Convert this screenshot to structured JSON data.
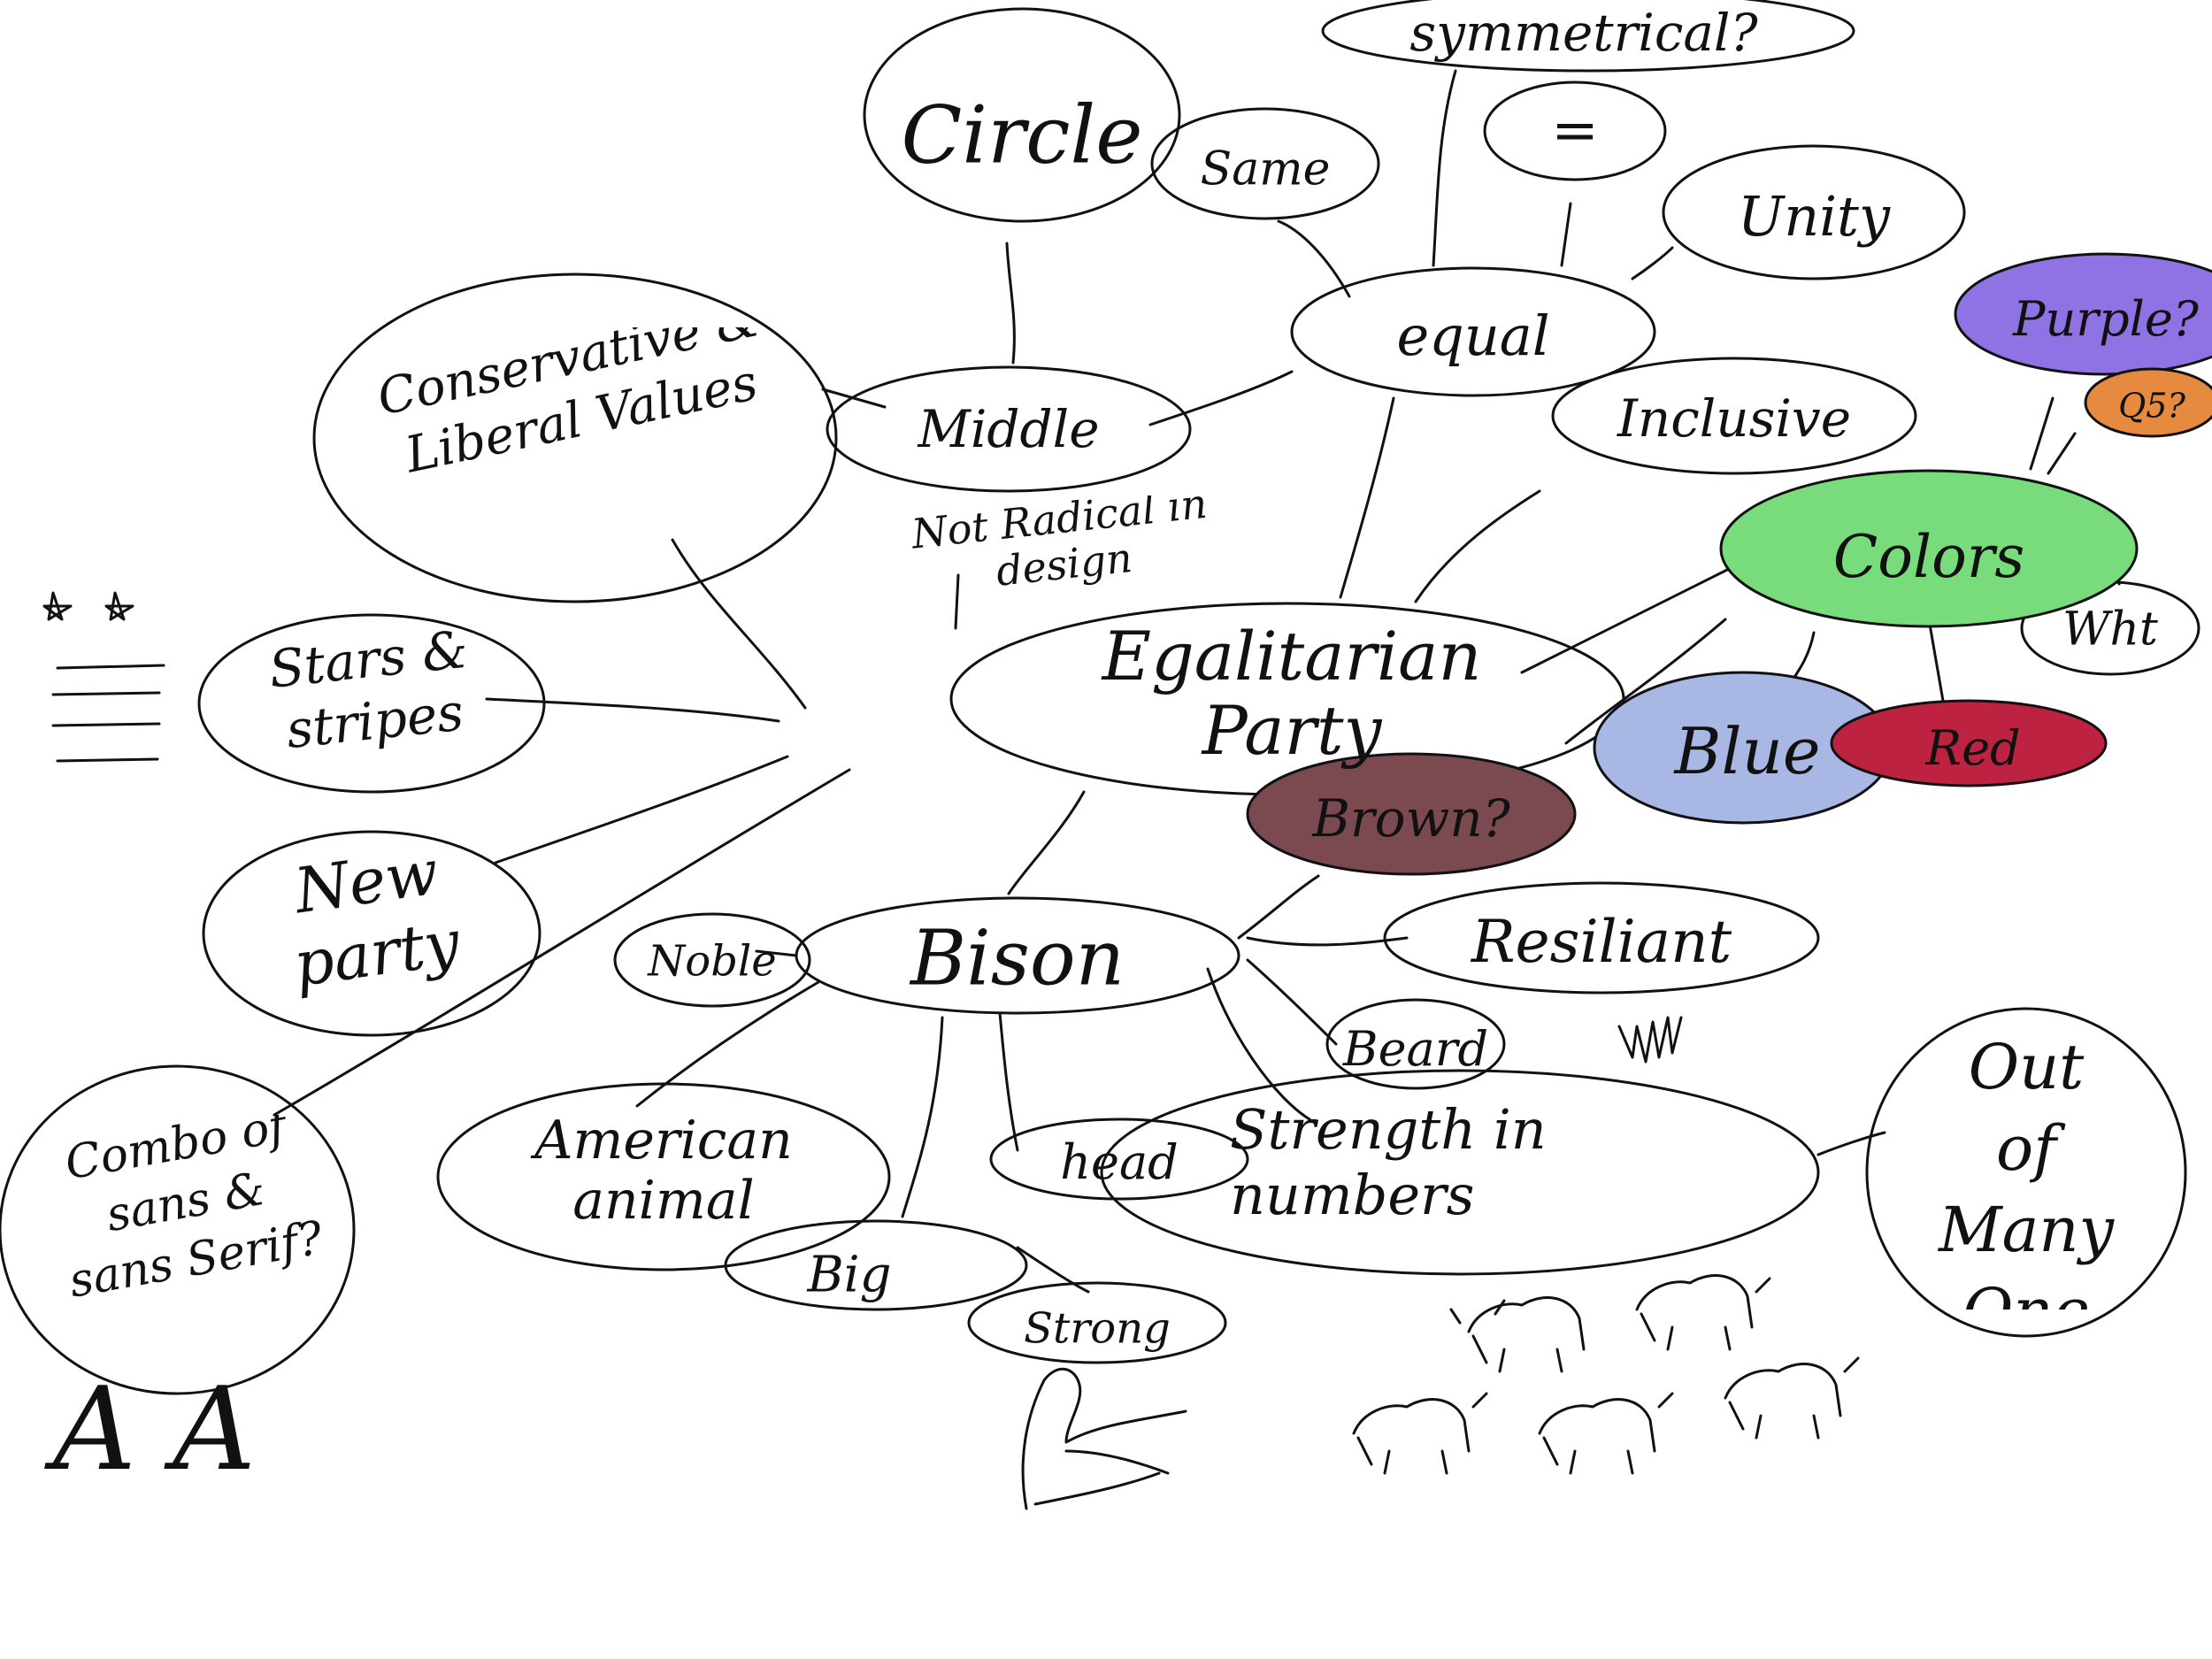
{
  "nodes": {
    "center": "Egalitarian Party",
    "circle": "Circle",
    "symmetrical": "symmetrical?",
    "same": "Same",
    "equals_sign": "=",
    "unity": "Unity",
    "equal": "equal",
    "conservative": "Conservative & Liberal Values",
    "middle": "Middle",
    "not_radical": "Not Radical in design",
    "inclusive": "Inclusive",
    "purple": "Purple?",
    "orange": "Q5?",
    "colors": "Colors",
    "wht": "Wht",
    "stars_stripes": "Stars & stripes",
    "blue": "Blue",
    "red": "Red",
    "brown": "Brown?",
    "new_party": "New party",
    "noble": "Noble",
    "bison": "Bison",
    "resilient": "Resiliant",
    "beard": "Beard",
    "combo": "Combo of sans & sans Serif?",
    "american_animal": "American animal",
    "head": "head",
    "strength": "Strength in numbers",
    "out_of_many": "Out of Many One",
    "big": "Big",
    "strong": "Strong",
    "font_sample": "A A"
  },
  "colors": {
    "purple": "#8f72e3",
    "orange": "#e58a3f",
    "green": "#79dc7c",
    "blue": "#a9b7e5",
    "red": "#bd2340",
    "brown": "#7a4a50"
  }
}
